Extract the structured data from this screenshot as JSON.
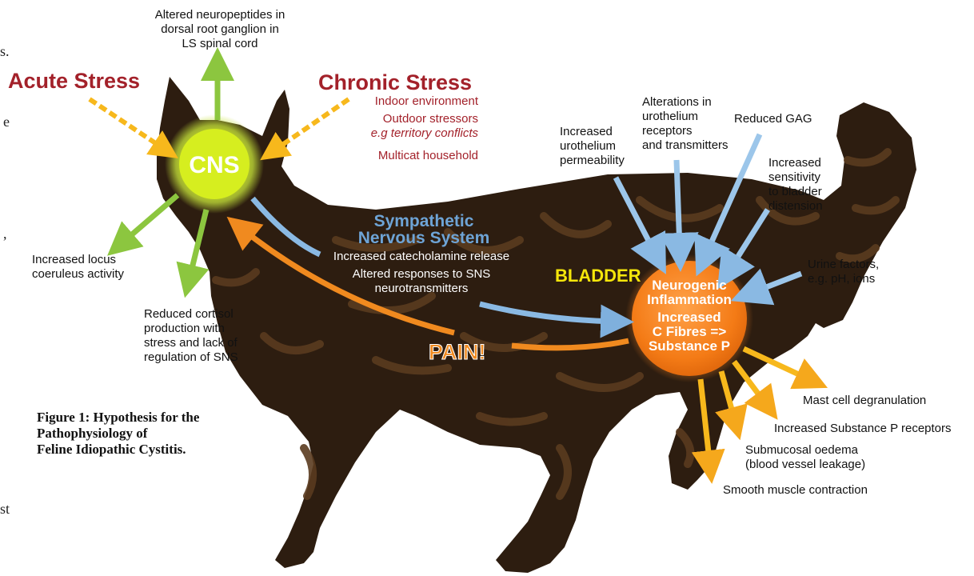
{
  "left_fragments": [
    "s.",
    "e",
    ",",
    "st"
  ],
  "top_label": [
    "Altered neuropeptides in",
    "dorsal root ganglion in",
    "LS spinal cord"
  ],
  "acute_stress": "Acute Stress",
  "chronic_stress": {
    "title": "Chronic Stress",
    "items": [
      "Indoor environment",
      "Outdoor stressors",
      "e.g territory conflicts",
      "Multicat household"
    ]
  },
  "cns": "CNS",
  "locus": [
    "Increased locus",
    "coeruleus activity"
  ],
  "cortisol": {
    "lines": [
      "Reduced cortisol",
      "production with",
      "stress and lack of",
      "regulation of SNS"
    ]
  },
  "figure_caption": [
    "Figure 1: Hypothesis for the",
    "Pathophysiology of",
    "Feline Idiopathic Cystitis."
  ],
  "sns": {
    "title": [
      "Sympathetic",
      "Nervous System"
    ],
    "lines": [
      "Increased catecholamine release",
      "Altered responses to SNS",
      "neurotransmitters"
    ]
  },
  "pain": "PAIN!",
  "bladder_label": "BLADDER",
  "bladder_text": [
    "Neurogenic",
    "Inflammation",
    "Increased",
    "C Fibres =>",
    "Substance P"
  ],
  "inputs": {
    "permeability": [
      "Increased",
      "urothelium",
      "permeability"
    ],
    "receptors": [
      "Alterations in",
      "urothelium",
      "receptors",
      "and transmitters"
    ],
    "gag": "Reduced GAG",
    "sensitivity": [
      "Increased",
      "sensitivity",
      "to bladder",
      "distension"
    ],
    "urine": [
      "Urine factors,",
      "e.g. pH, ions"
    ]
  },
  "outputs": {
    "mast": "Mast cell degranulation",
    "substance": "Increased Substance P receptors",
    "oedema": [
      "Submucosal oedema",
      "(blood vessel leakage)"
    ],
    "smooth": "Smooth muscle contraction"
  },
  "colors": {
    "acute": "#a3212a",
    "chronic": "#a3212a",
    "cns_glow": "#d8ee2a",
    "sns": "#6ea4d6",
    "pain": "#f08a1f",
    "bladder": "#f58220",
    "bladder_label": "#f5e60a",
    "cat_body": "#2d1d10",
    "cat_stripe": "#5a3b1f",
    "arrow_blue": "#9cc6ea",
    "arrow_yellow": "#f7b81c",
    "arrow_green": "#8cc63f"
  }
}
